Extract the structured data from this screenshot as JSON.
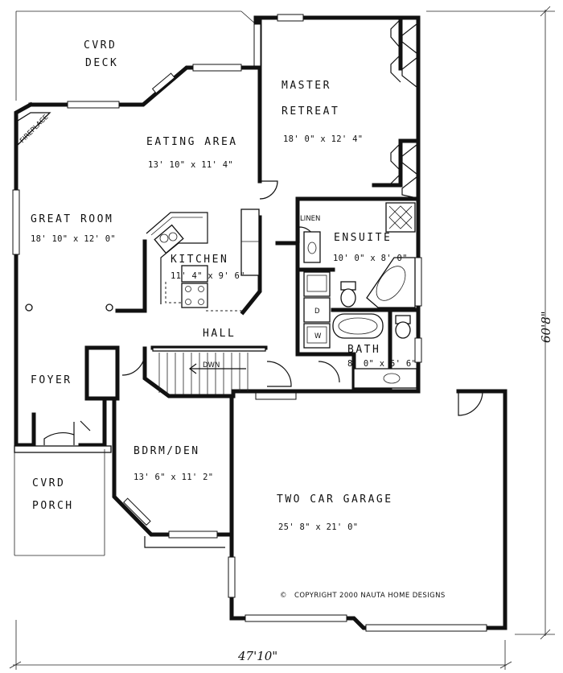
{
  "rooms": {
    "cvrd_deck": [
      "CVRD",
      "DECK"
    ],
    "master_retreat": {
      "name": [
        "MASTER",
        "RETREAT"
      ],
      "size": "18' 0\" x 12' 4\""
    },
    "eating_area": {
      "name": "EATING AREA",
      "size": "13' 10\" x 11' 4\""
    },
    "great_room": {
      "name": "GREAT ROOM",
      "size": "18' 10\" x 12' 0\""
    },
    "kitchen": {
      "name": "KITCHEN",
      "size": "11' 4\" x 9' 6\""
    },
    "linen": "LINEN",
    "ensuite": {
      "name": "ENSUITE",
      "size": "10' 0\" x 8' 0\""
    },
    "hall": "HALL",
    "bath": {
      "name": "BATH",
      "size": "8' 0\" x 5' 6\""
    },
    "foyer": "FOYER",
    "bdrm_den": {
      "name": "BDRM/DEN",
      "size": "13' 6\" x 11' 2\""
    },
    "cvrd_porch": [
      "CVRD",
      "PORCH"
    ],
    "garage": {
      "name": "TWO CAR GARAGE",
      "size": "25' 8\" x 21' 0\""
    }
  },
  "fireplace": "FIREPLACE",
  "stair_label": "DWN",
  "appliance_labels": {
    "dryer": "D",
    "washer": "W"
  },
  "copyright": "COPYRIGHT 2000 NAUTA HOME DESIGNS",
  "copyright_symbol": "©",
  "dimensions": {
    "width": "47'10\"",
    "depth": "60'8\""
  }
}
